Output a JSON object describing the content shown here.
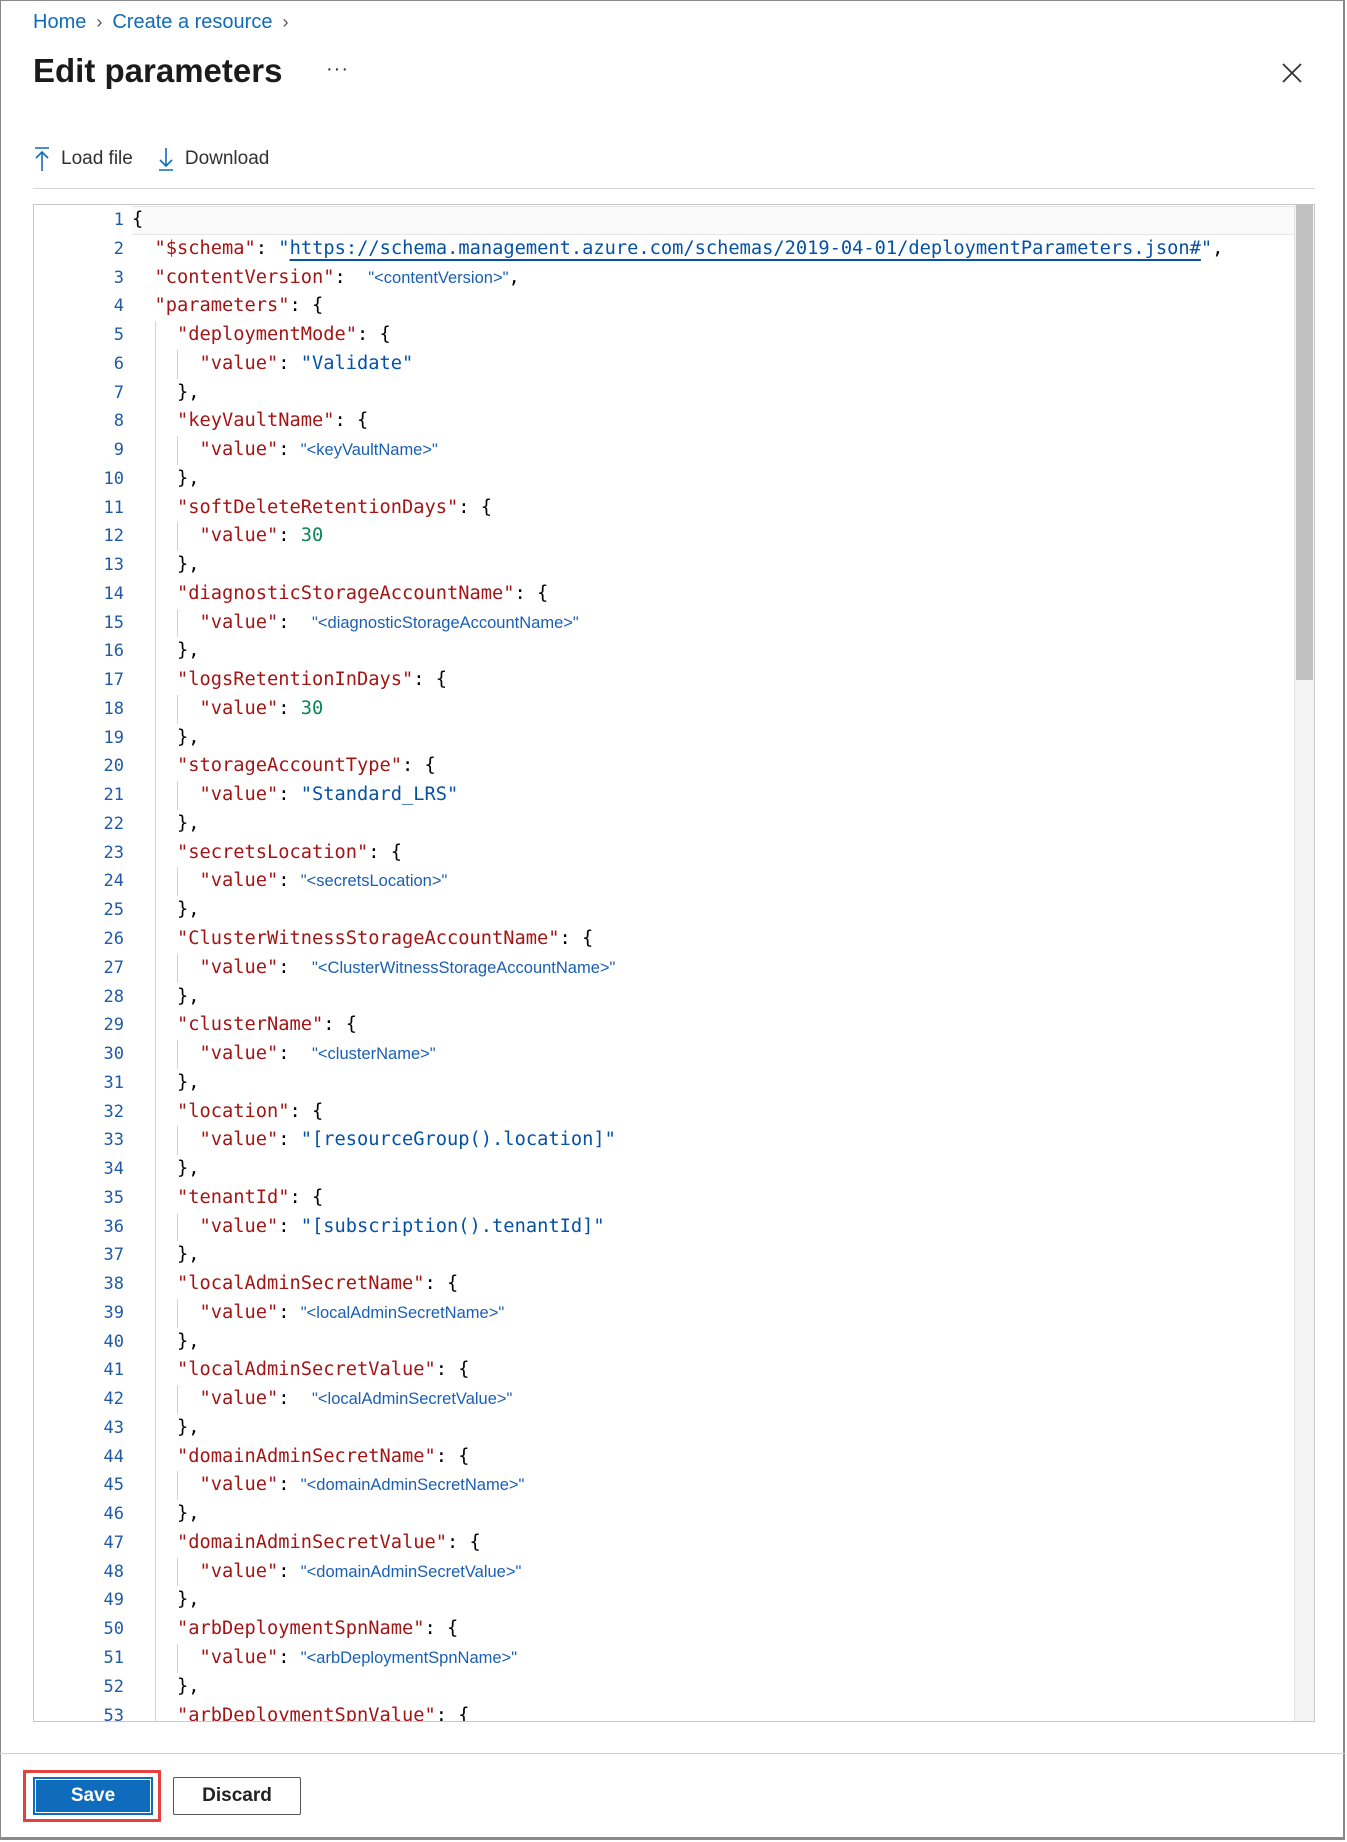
{
  "breadcrumb": [
    "Home",
    "Create a resource"
  ],
  "title": "Edit parameters",
  "more_label": "···",
  "toolbar": {
    "load_file": "Load file",
    "download": "Download"
  },
  "editor": {
    "lines": [
      {
        "i": 0,
        "t": [
          [
            "{",
            "punc"
          ]
        ]
      },
      {
        "i": 1,
        "t": [
          [
            "\"$schema\"",
            "key"
          ],
          [
            ": ",
            "punc"
          ],
          [
            "\"",
            "str"
          ],
          [
            "https://schema.management.azure.com/schemas/2019-04-01/deploymentParameters.json#",
            "link"
          ],
          [
            "\"",
            "str"
          ],
          [
            ",",
            "punc"
          ]
        ]
      },
      {
        "i": 1,
        "t": [
          [
            "\"contentVersion\"",
            "key"
          ],
          [
            ":  ",
            "punc"
          ],
          [
            "\"<contentVersion>\"",
            "ph"
          ],
          [
            ",",
            "punc"
          ]
        ]
      },
      {
        "i": 1,
        "t": [
          [
            "\"parameters\"",
            "key"
          ],
          [
            ": {",
            "punc"
          ]
        ]
      },
      {
        "i": 2,
        "t": [
          [
            "\"deploymentMode\"",
            "key"
          ],
          [
            ": {",
            "punc"
          ]
        ]
      },
      {
        "i": 3,
        "t": [
          [
            "\"value\"",
            "key"
          ],
          [
            ": ",
            "punc"
          ],
          [
            "\"Validate\"",
            "str"
          ]
        ]
      },
      {
        "i": 2,
        "t": [
          [
            "},",
            "punc"
          ]
        ]
      },
      {
        "i": 2,
        "t": [
          [
            "\"keyVaultName\"",
            "key"
          ],
          [
            ": {",
            "punc"
          ]
        ]
      },
      {
        "i": 3,
        "t": [
          [
            "\"value\"",
            "key"
          ],
          [
            ": ",
            "punc"
          ],
          [
            "\"<keyVaultName>\"",
            "ph"
          ]
        ]
      },
      {
        "i": 2,
        "t": [
          [
            "},",
            "punc"
          ]
        ]
      },
      {
        "i": 2,
        "t": [
          [
            "\"softDeleteRetentionDays\"",
            "key"
          ],
          [
            ": {",
            "punc"
          ]
        ]
      },
      {
        "i": 3,
        "t": [
          [
            "\"value\"",
            "key"
          ],
          [
            ": ",
            "punc"
          ],
          [
            "30",
            "num"
          ]
        ]
      },
      {
        "i": 2,
        "t": [
          [
            "},",
            "punc"
          ]
        ]
      },
      {
        "i": 2,
        "t": [
          [
            "\"diagnosticStorageAccountName\"",
            "key"
          ],
          [
            ": {",
            "punc"
          ]
        ]
      },
      {
        "i": 3,
        "t": [
          [
            "\"value\"",
            "key"
          ],
          [
            ":  ",
            "punc"
          ],
          [
            "\"<diagnosticStorageAccountName>\"",
            "ph"
          ]
        ]
      },
      {
        "i": 2,
        "t": [
          [
            "},",
            "punc"
          ]
        ]
      },
      {
        "i": 2,
        "t": [
          [
            "\"logsRetentionInDays\"",
            "key"
          ],
          [
            ": {",
            "punc"
          ]
        ]
      },
      {
        "i": 3,
        "t": [
          [
            "\"value\"",
            "key"
          ],
          [
            ": ",
            "punc"
          ],
          [
            "30",
            "num"
          ]
        ]
      },
      {
        "i": 2,
        "t": [
          [
            "},",
            "punc"
          ]
        ]
      },
      {
        "i": 2,
        "t": [
          [
            "\"storageAccountType\"",
            "key"
          ],
          [
            ": {",
            "punc"
          ]
        ]
      },
      {
        "i": 3,
        "t": [
          [
            "\"value\"",
            "key"
          ],
          [
            ": ",
            "punc"
          ],
          [
            "\"Standard_LRS\"",
            "str"
          ]
        ]
      },
      {
        "i": 2,
        "t": [
          [
            "},",
            "punc"
          ]
        ]
      },
      {
        "i": 2,
        "t": [
          [
            "\"secretsLocation\"",
            "key"
          ],
          [
            ": {",
            "punc"
          ]
        ]
      },
      {
        "i": 3,
        "t": [
          [
            "\"value\"",
            "key"
          ],
          [
            ": ",
            "punc"
          ],
          [
            "\"<secretsLocation>\"",
            "ph"
          ]
        ]
      },
      {
        "i": 2,
        "t": [
          [
            "},",
            "punc"
          ]
        ]
      },
      {
        "i": 2,
        "t": [
          [
            "\"ClusterWitnessStorageAccountName\"",
            "key"
          ],
          [
            ": {",
            "punc"
          ]
        ]
      },
      {
        "i": 3,
        "t": [
          [
            "\"value\"",
            "key"
          ],
          [
            ":  ",
            "punc"
          ],
          [
            "\"<ClusterWitnessStorageAccountName>\"",
            "ph"
          ]
        ]
      },
      {
        "i": 2,
        "t": [
          [
            "},",
            "punc"
          ]
        ]
      },
      {
        "i": 2,
        "t": [
          [
            "\"clusterName\"",
            "key"
          ],
          [
            ": {",
            "punc"
          ]
        ]
      },
      {
        "i": 3,
        "t": [
          [
            "\"value\"",
            "key"
          ],
          [
            ":  ",
            "punc"
          ],
          [
            "\"<clusterName>\"",
            "ph"
          ]
        ]
      },
      {
        "i": 2,
        "t": [
          [
            "},",
            "punc"
          ]
        ]
      },
      {
        "i": 2,
        "t": [
          [
            "\"location\"",
            "key"
          ],
          [
            ": {",
            "punc"
          ]
        ]
      },
      {
        "i": 3,
        "t": [
          [
            "\"value\"",
            "key"
          ],
          [
            ": ",
            "punc"
          ],
          [
            "\"[resourceGroup().location]\"",
            "str"
          ]
        ]
      },
      {
        "i": 2,
        "t": [
          [
            "},",
            "punc"
          ]
        ]
      },
      {
        "i": 2,
        "t": [
          [
            "\"tenantId\"",
            "key"
          ],
          [
            ": {",
            "punc"
          ]
        ]
      },
      {
        "i": 3,
        "t": [
          [
            "\"value\"",
            "key"
          ],
          [
            ": ",
            "punc"
          ],
          [
            "\"[subscription().tenantId]\"",
            "str"
          ]
        ]
      },
      {
        "i": 2,
        "t": [
          [
            "},",
            "punc"
          ]
        ]
      },
      {
        "i": 2,
        "t": [
          [
            "\"localAdminSecretName\"",
            "key"
          ],
          [
            ": {",
            "punc"
          ]
        ]
      },
      {
        "i": 3,
        "t": [
          [
            "\"value\"",
            "key"
          ],
          [
            ": ",
            "punc"
          ],
          [
            "\"<localAdminSecretName>\"",
            "ph"
          ]
        ]
      },
      {
        "i": 2,
        "t": [
          [
            "},",
            "punc"
          ]
        ]
      },
      {
        "i": 2,
        "t": [
          [
            "\"localAdminSecretValue\"",
            "key"
          ],
          [
            ": {",
            "punc"
          ]
        ]
      },
      {
        "i": 3,
        "t": [
          [
            "\"value\"",
            "key"
          ],
          [
            ":  ",
            "punc"
          ],
          [
            "\"<localAdminSecretValue>\"",
            "ph"
          ]
        ]
      },
      {
        "i": 2,
        "t": [
          [
            "},",
            "punc"
          ]
        ]
      },
      {
        "i": 2,
        "t": [
          [
            "\"domainAdminSecretName\"",
            "key"
          ],
          [
            ": {",
            "punc"
          ]
        ]
      },
      {
        "i": 3,
        "t": [
          [
            "\"value\"",
            "key"
          ],
          [
            ": ",
            "punc"
          ],
          [
            "\"<domainAdminSecretName>\"",
            "ph"
          ]
        ]
      },
      {
        "i": 2,
        "t": [
          [
            "},",
            "punc"
          ]
        ]
      },
      {
        "i": 2,
        "t": [
          [
            "\"domainAdminSecretValue\"",
            "key"
          ],
          [
            ": {",
            "punc"
          ]
        ]
      },
      {
        "i": 3,
        "t": [
          [
            "\"value\"",
            "key"
          ],
          [
            ": ",
            "punc"
          ],
          [
            "\"<domainAdminSecretValue>\"",
            "ph"
          ]
        ]
      },
      {
        "i": 2,
        "t": [
          [
            "},",
            "punc"
          ]
        ]
      },
      {
        "i": 2,
        "t": [
          [
            "\"arbDeploymentSpnName\"",
            "key"
          ],
          [
            ": {",
            "punc"
          ]
        ]
      },
      {
        "i": 3,
        "t": [
          [
            "\"value\"",
            "key"
          ],
          [
            ": ",
            "punc"
          ],
          [
            "\"<arbDeploymentSpnName>\"",
            "ph"
          ]
        ]
      },
      {
        "i": 2,
        "t": [
          [
            "},",
            "punc"
          ]
        ]
      },
      {
        "i": 2,
        "t": [
          [
            "\"arbDeploymentSpnValue\"",
            "key"
          ],
          [
            ": {",
            "punc"
          ]
        ]
      }
    ]
  },
  "footer": {
    "save": "Save",
    "discard": "Discard"
  }
}
